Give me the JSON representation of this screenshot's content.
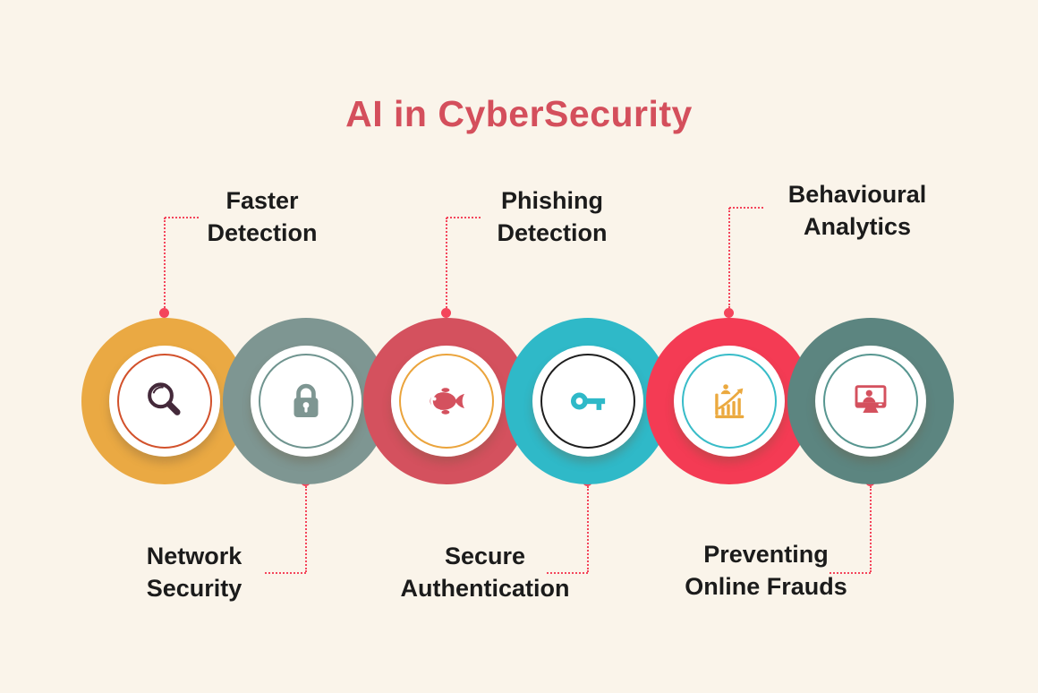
{
  "title": "AI in CyberSecurity",
  "colors": {
    "background": "#FAF4EA",
    "title": "#D44F5C",
    "label": "#1B1B1B",
    "connector": "#F4455B"
  },
  "items": [
    {
      "label": "Faster Detection",
      "label_position": "above",
      "icon": "magnifier-icon",
      "circle_color": "#EAA943",
      "ring_color": "#D2512B",
      "icon_color": "#44293A"
    },
    {
      "label": "Network Security",
      "label_position": "below",
      "icon": "padlock-icon",
      "circle_color": "#7E9692",
      "ring_color": "#6F948F",
      "icon_color": "#7E9692"
    },
    {
      "label": "Phishing Detection",
      "label_position": "above",
      "icon": "fish-icon",
      "circle_color": "#D4515E",
      "ring_color": "#EBA43C",
      "icon_color": "#D4515E"
    },
    {
      "label": "Secure Authentication",
      "label_position": "below",
      "icon": "key-icon",
      "circle_color": "#2FB9C8",
      "ring_color": "#1E1E1E",
      "icon_color": "#2FB9C8"
    },
    {
      "label": "Behavioural Analytics",
      "label_position": "above",
      "icon": "growth-chart-icon",
      "circle_color": "#F43B54",
      "ring_color": "#38BCC8",
      "icon_color": "#EBA93F"
    },
    {
      "label": "Preventing Online Frauds",
      "label_position": "below",
      "icon": "monitor-user-icon",
      "circle_color": "#5C8580",
      "ring_color": "#579690",
      "icon_color": "#D4515E"
    }
  ]
}
